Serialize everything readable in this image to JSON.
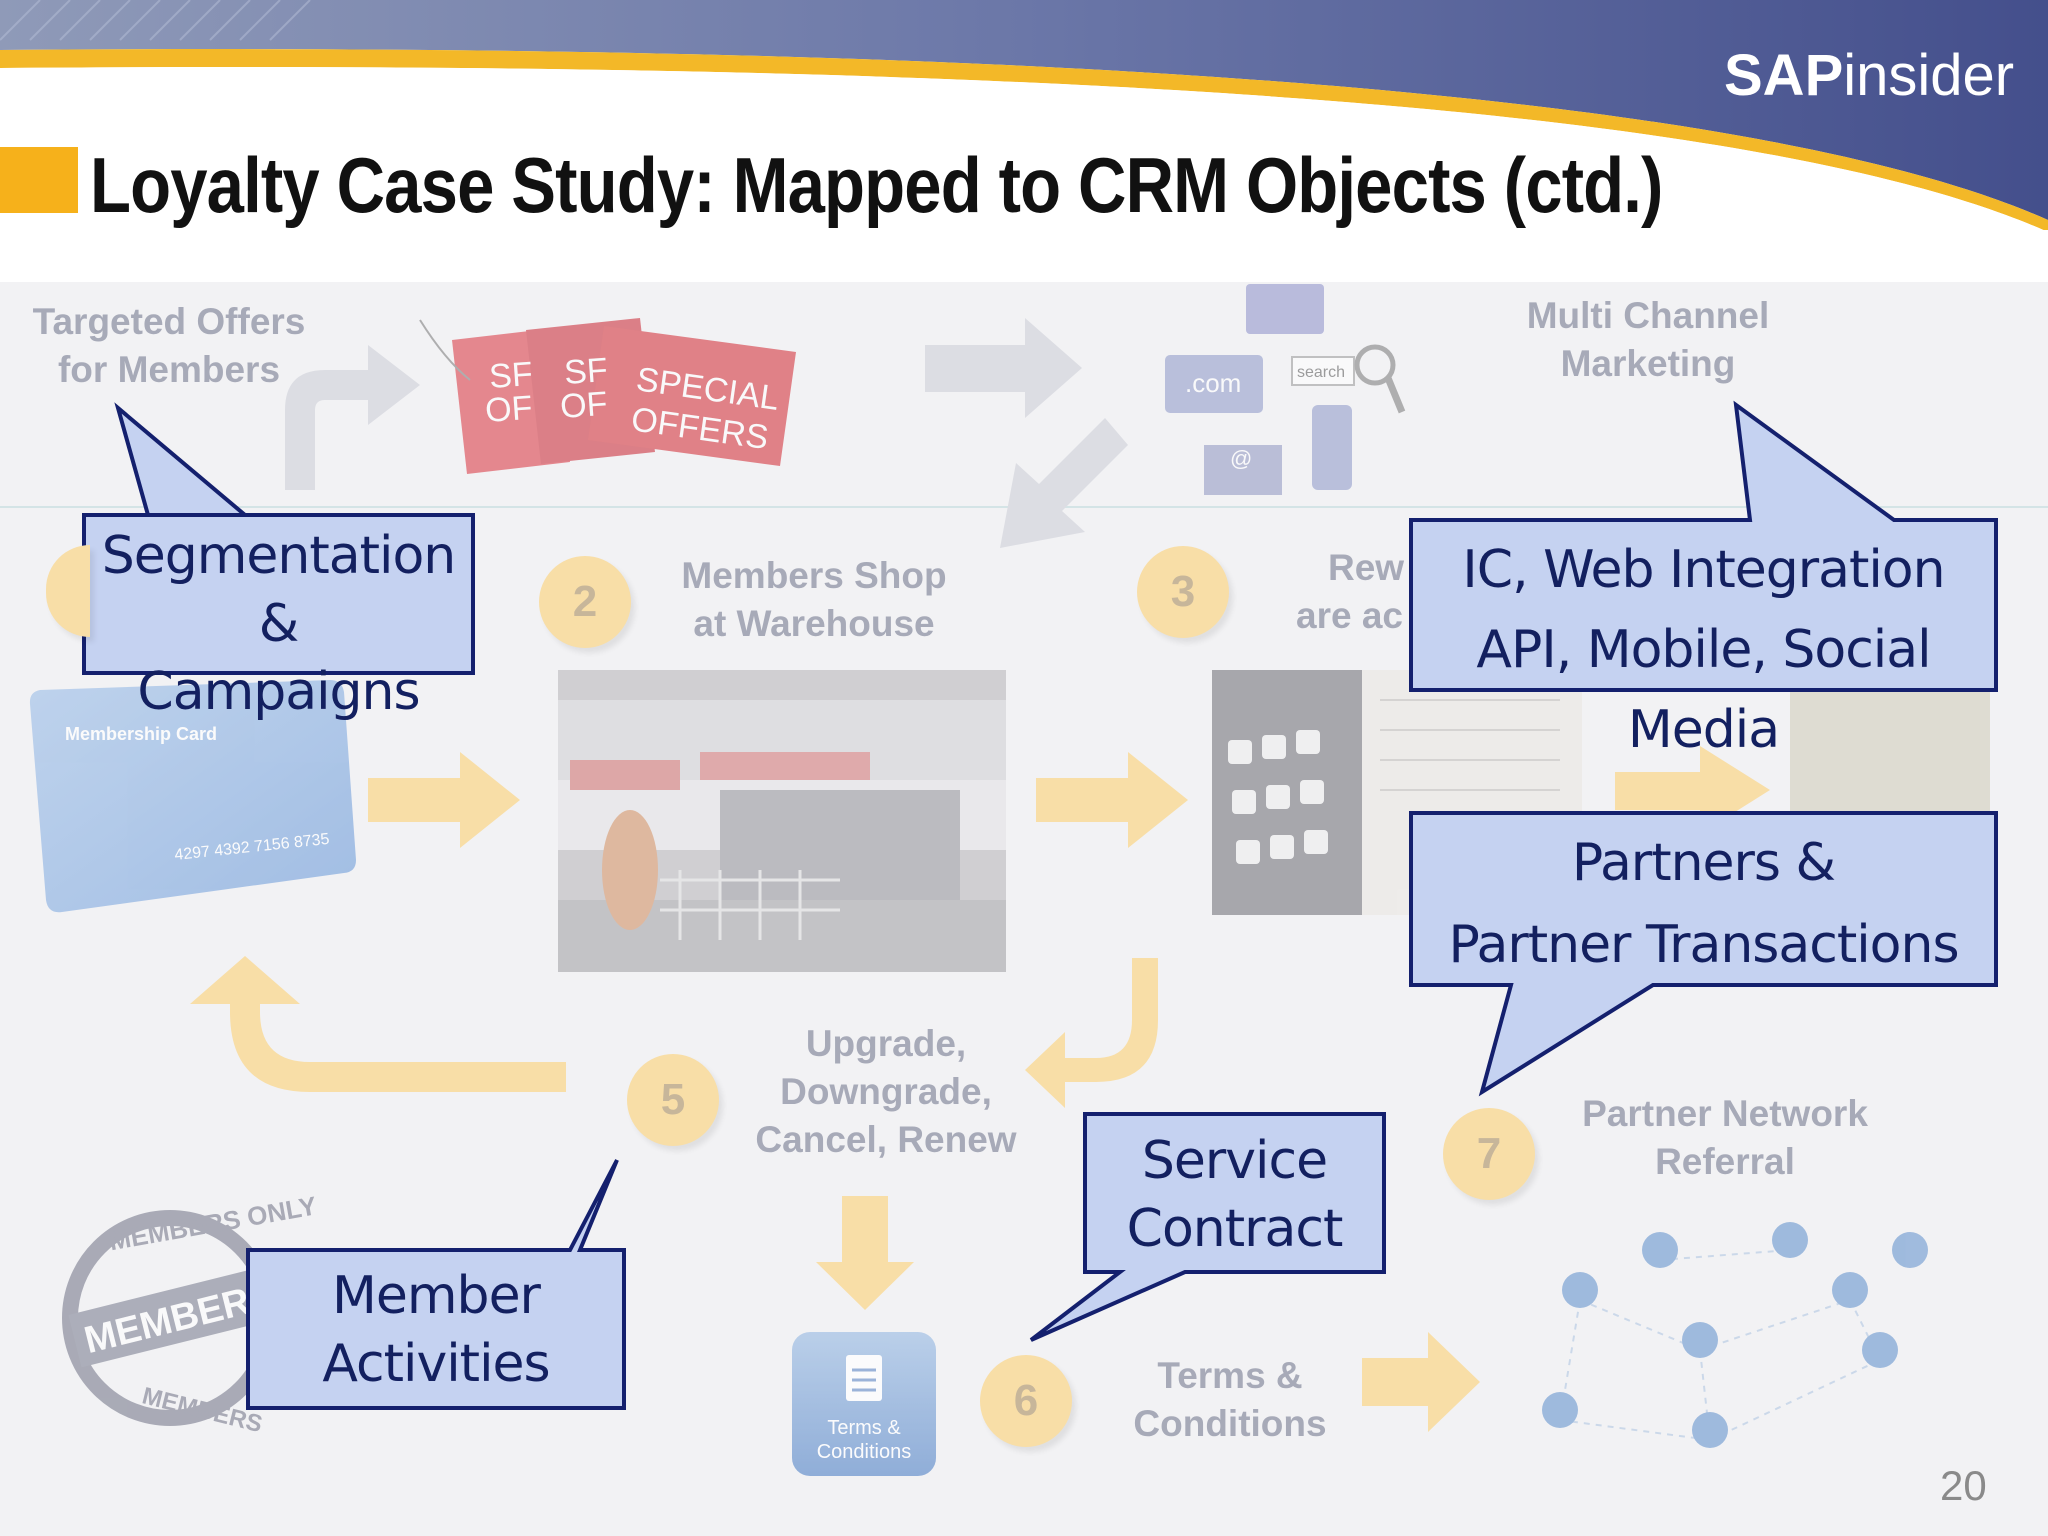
{
  "slide": {
    "title": "Loyalty Case Study: Mapped to CRM Objects (ctd.)",
    "page_number": "20"
  },
  "logo": {
    "bold": "SAP",
    "light": "insider"
  },
  "steps": [
    {
      "number": "2",
      "label_line1": "Members Shop",
      "label_line2": "at Warehouse"
    },
    {
      "number": "3",
      "label_line1": "Rew",
      "label_line2": "are ac"
    },
    {
      "number": "5",
      "label_line1": "Upgrade,",
      "label_line2": "Downgrade,",
      "label_line3": "Cancel, Renew"
    },
    {
      "number": "6",
      "label_line1": "Terms &",
      "label_line2": "Conditions"
    },
    {
      "number": "7",
      "label_line1": "Partner Network",
      "label_line2": "Referral"
    }
  ],
  "faded_labels": {
    "targeted_offers_1": "Targeted Offers",
    "targeted_offers_2": "for Members",
    "multi_channel_1": "Multi Channel",
    "multi_channel_2": "Marketing"
  },
  "image_texts": {
    "card_title": "Membership Card",
    "card_number": "4297 4392 7156 8735",
    "tag_line1": "SPECIAL",
    "tag_line2": "OFFERS",
    "tag_back1": "SF",
    "tag_back2": "OF",
    "dotcom": ".com",
    "search": "search",
    "at_symbol": "@",
    "terms_line1": "Terms &",
    "terms_line2": "Conditions",
    "stamp_top": "MEMBERS ONLY",
    "stamp_center": "MEMBERS",
    "stamp_bottom": "MEMBERS"
  },
  "callouts": [
    {
      "id": "segmentation",
      "line1": "Segmentation &",
      "line2": "Campaigns"
    },
    {
      "id": "ic-web",
      "line1": "IC, Web Integration",
      "line2": "API, Mobile, Social Media"
    },
    {
      "id": "partners",
      "line1": "Partners &",
      "line2": "Partner Transactions"
    },
    {
      "id": "service",
      "line1": "Service",
      "line2": "Contract"
    },
    {
      "id": "member",
      "line1": "Member",
      "line2": "Activities"
    }
  ],
  "colors": {
    "accent_yellow": "#f6b11b",
    "callout_fill": "#c5d2f1",
    "callout_border": "#14206e",
    "callout_text": "#132060",
    "faded_text": "#a7aab8",
    "arrow_orange": "#f8dea7",
    "arrow_gray": "#dcdde3",
    "header_purple": "#4e5c96"
  }
}
